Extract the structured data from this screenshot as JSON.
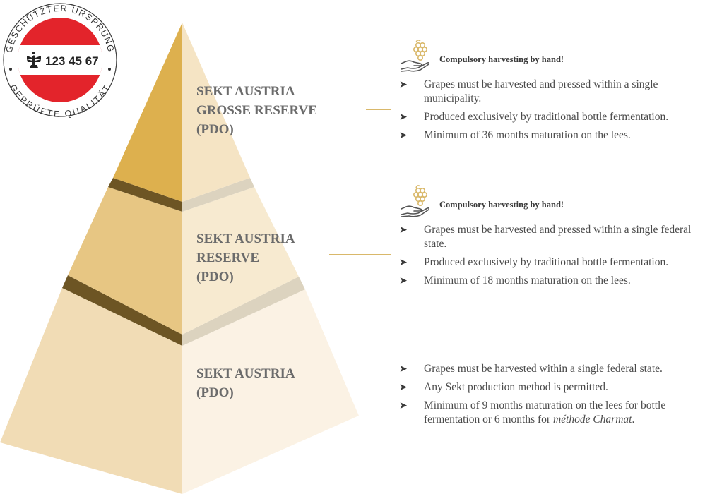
{
  "seal": {
    "top_text": "GESCHÜTZTER URSPRUNG",
    "bottom_text": "GEPRÜFTE QUALITÄT",
    "number": "123 45 67",
    "icon": "eagle-icon",
    "colors": {
      "red": "#e3242b",
      "white": "#ffffff",
      "ring": "#ffffff"
    }
  },
  "colors": {
    "tier1_left": "#ddb04e",
    "tier1_right": "#f5e4c4",
    "tier2_left": "#e7c683",
    "tier2_right": "#f7ead0",
    "tier3_left": "#f1dcb5",
    "tier3_right": "#fbf2e4",
    "band_left": "#6d5524",
    "band_right": "#dcd3bf",
    "connector": "#d9b86a",
    "label": "#6b6b6b"
  },
  "tiers": [
    {
      "label_lines": [
        "SEKT AUSTRIA",
        "GROSSE RESERVE",
        "(PDO)"
      ],
      "harvest_note": "Compulsory harvesting by hand!",
      "harvest_icon": "grapes-hand-icon",
      "rules": [
        {
          "text": "Grapes must be harvested and pressed within a single municipality."
        },
        {
          "text": "Produced exclusively by traditional bottle fermentation."
        },
        {
          "text": "Minimum of 36 months maturation on the lees."
        }
      ]
    },
    {
      "label_lines": [
        "SEKT AUSTRIA",
        "RESERVE",
        "(PDO)"
      ],
      "harvest_note": "Compulsory harvesting by hand!",
      "harvest_icon": "grapes-hand-icon",
      "rules": [
        {
          "text": "Grapes must be harvested and pressed within a single federal state."
        },
        {
          "text": "Produced exclusively by traditional bottle fermentation."
        },
        {
          "text": "Minimum of 18 months maturation on the lees."
        }
      ]
    },
    {
      "label_lines": [
        "SEKT AUSTRIA",
        "(PDO)"
      ],
      "rules": [
        {
          "text": "Grapes must be harvested within a single federal state."
        },
        {
          "text": "Any Sekt production method is permitted."
        },
        {
          "text": "Minimum of 9 months maturation on the lees for bottle fermentation or 6 months for ",
          "emph": "méthode Charmat",
          "tail": "."
        }
      ]
    }
  ]
}
